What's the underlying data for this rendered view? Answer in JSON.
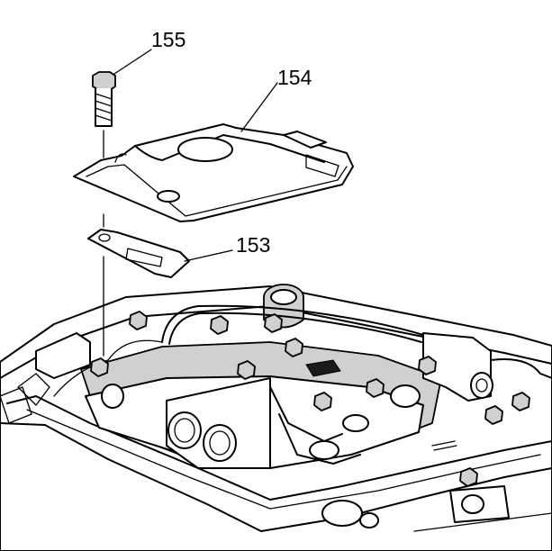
{
  "callouts": {
    "bolt": "155",
    "filter": "154",
    "seal": "153"
  }
}
